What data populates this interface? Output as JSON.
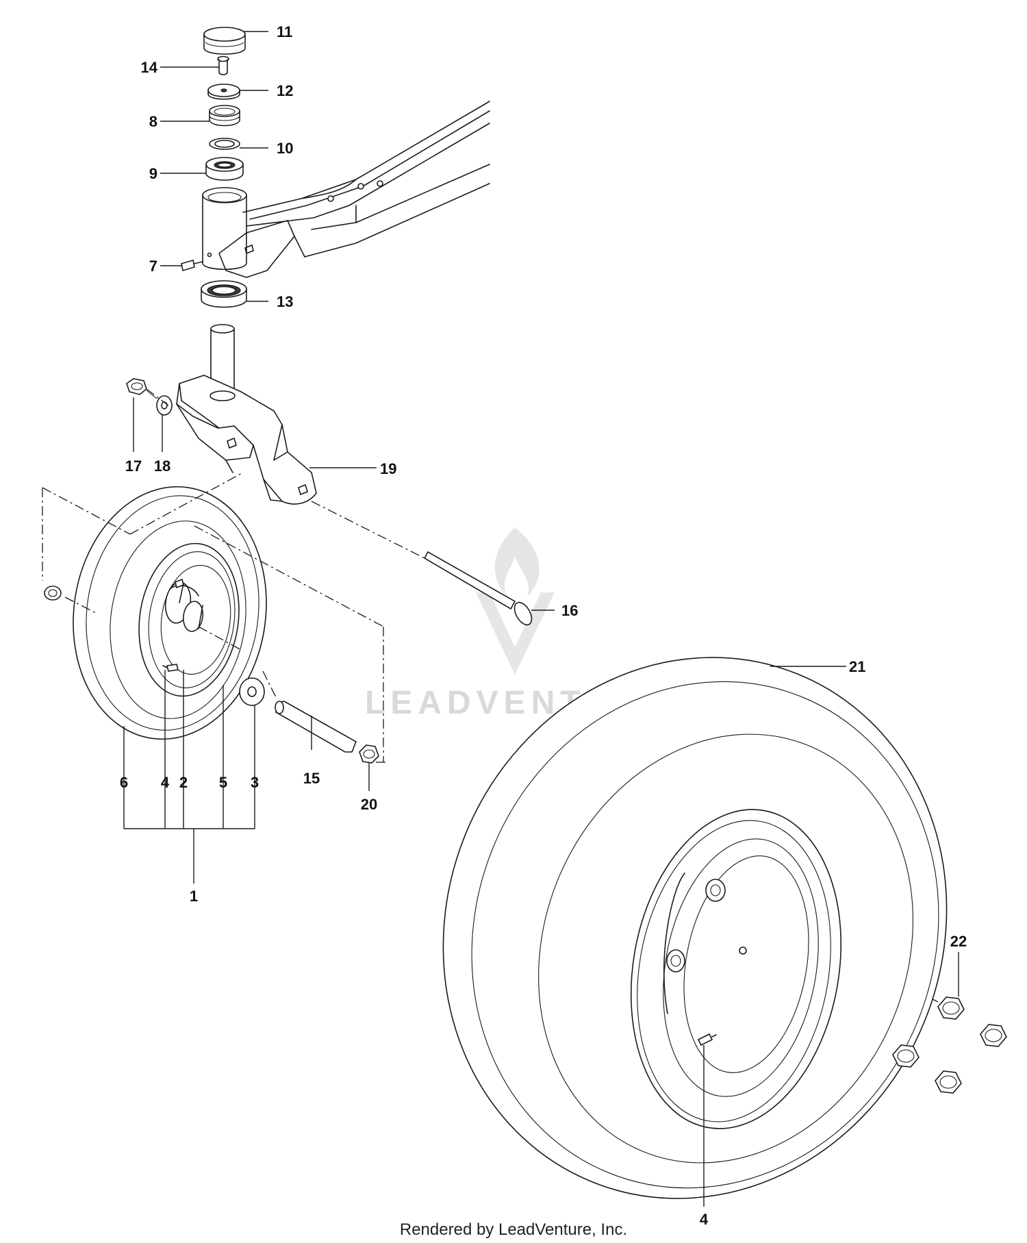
{
  "watermark": {
    "text": "LEADVENTURE"
  },
  "footer": {
    "text": "Rendered by LeadVenture, Inc."
  },
  "callouts": {
    "c1": "1",
    "c2": "2",
    "c3": "3",
    "c4a": "4",
    "c4b": "4",
    "c5": "5",
    "c6": "6",
    "c7": "7",
    "c8": "8",
    "c9": "9",
    "c10": "10",
    "c11": "11",
    "c12": "12",
    "c13": "13",
    "c14": "14",
    "c15": "15",
    "c16": "16",
    "c17": "17",
    "c18": "18",
    "c19": "19",
    "c20": "20",
    "c21": "21",
    "c22": "22"
  }
}
